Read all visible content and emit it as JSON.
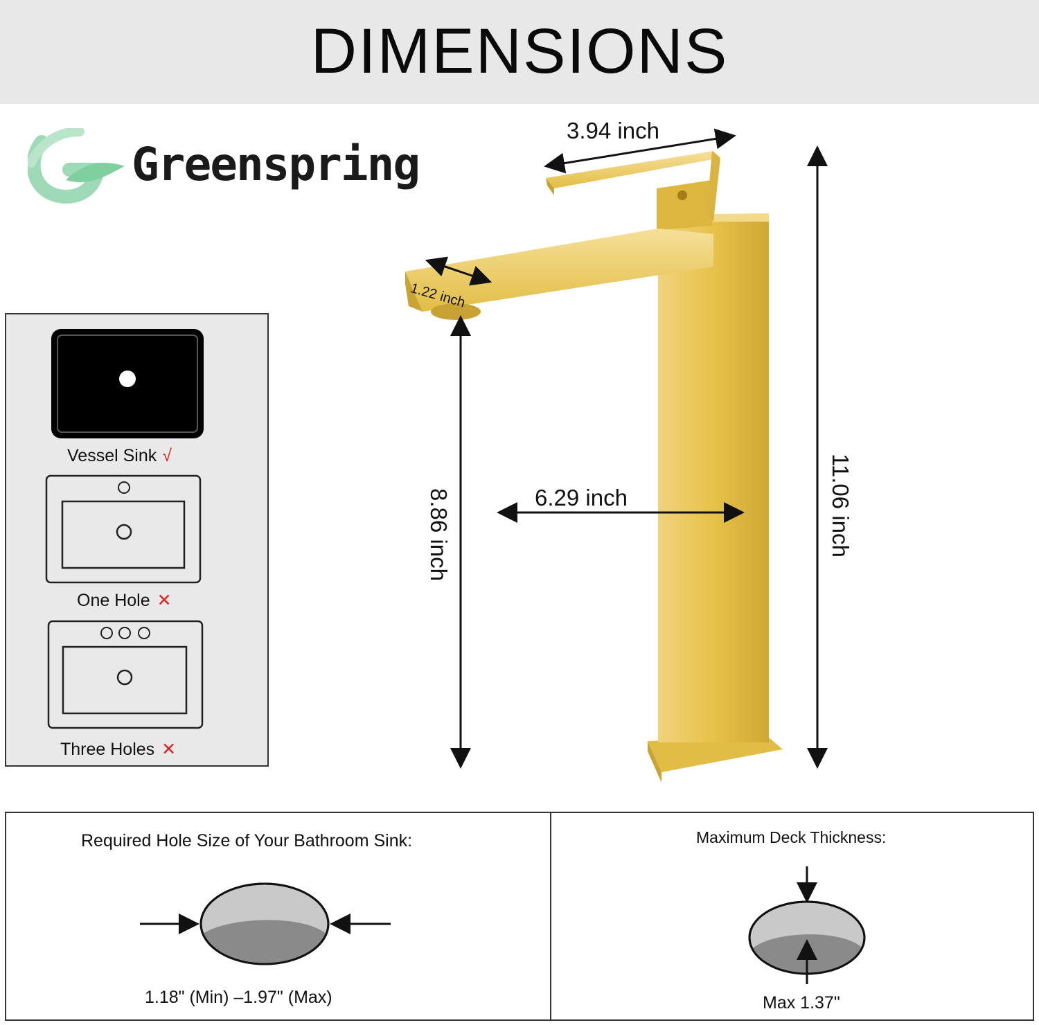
{
  "header": {
    "title": "DIMENSIONS"
  },
  "logo": {
    "text": "Greenspring",
    "icon": "leaf-logo-icon",
    "color": "#9ed9b8"
  },
  "sinks": [
    {
      "label": "Vessel Sink",
      "mark": "√",
      "compatible": true
    },
    {
      "label": "One Hole",
      "mark": "✕",
      "compatible": false
    },
    {
      "label": "Three Holes",
      "mark": "✕",
      "compatible": false
    }
  ],
  "dimensions": {
    "handle_length": "3.94 inch",
    "spout_width": "1.22 inch",
    "spout_height": "8.86 inch",
    "spout_reach": "6.29 inch",
    "total_height": "11.06 inch"
  },
  "hole_size": {
    "title": "Required Hole Size of Your Bathroom Sink:",
    "range": "1.18\" (Min) –1.97\" (Max)"
  },
  "deck": {
    "title": "Maximum Deck Thickness:",
    "value": "Max 1.37\""
  },
  "colors": {
    "gold": "#e6c24a",
    "header_bg": "#e8e8e8",
    "accent_red": "#d22222"
  }
}
